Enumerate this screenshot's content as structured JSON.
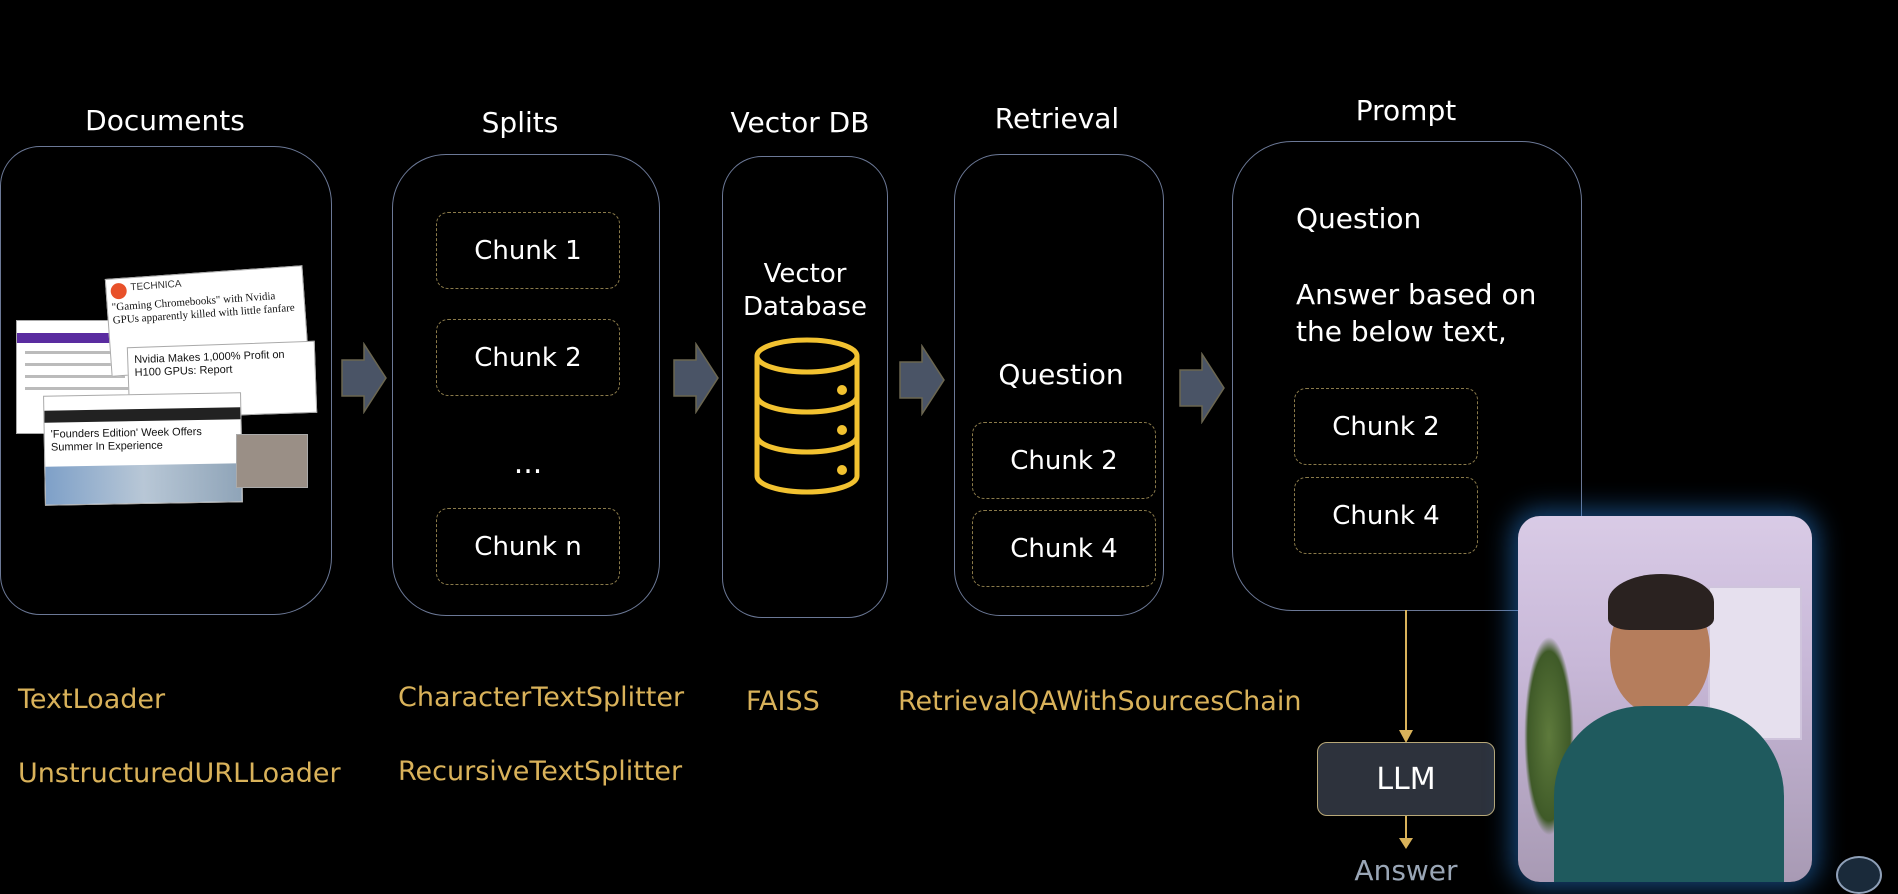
{
  "stages": {
    "documents": "Documents",
    "splits": "Splits",
    "vector_db": "Vector DB",
    "retrieval": "Retrieval",
    "prompt": "Prompt"
  },
  "splits_panel": {
    "chunks": [
      "Chunk 1",
      "Chunk 2",
      "Chunk n"
    ],
    "ellipsis": "..."
  },
  "vector_panel": {
    "label_line1": "Vector",
    "label_line2": "Database"
  },
  "retrieval_panel": {
    "question": "Question",
    "chunks": [
      "Chunk 2",
      "Chunk 4"
    ]
  },
  "prompt_panel": {
    "question": "Question",
    "instruction_line1": "Answer based on",
    "instruction_line2": "the below text,",
    "chunks": [
      "Chunk 2",
      "Chunk 4"
    ]
  },
  "documents_panel": {
    "article1_source": "TECHNICA",
    "article1_headline": "\"Gaming Chromebooks\" with Nvidia GPUs apparently killed with little fanfare",
    "article2_headline": "Nvidia Makes 1,000% Profit on H100 GPUs: Report",
    "article3_headline": "'Founders Edition' Week Offers Summer In Experience"
  },
  "tools": {
    "documents": [
      "TextLoader",
      "UnstructuredURLLoader"
    ],
    "splits": [
      "CharacterTextSplitter",
      "RecursiveTextSplitter"
    ],
    "vector_db": [
      "FAISS"
    ],
    "retrieval": [
      "RetrievalQAWithSourcesChain"
    ]
  },
  "llm_box": "LLM",
  "answer": "Answer",
  "colors": {
    "background": "#000000",
    "panel_border": "#6b7896",
    "tool_text": "#d9b25a",
    "arrow": "#4a5466",
    "database_icon": "#f2c230"
  },
  "icons": [
    "database-icon",
    "arrow-right-icon",
    "arrow-down-icon",
    "webcam-presenter",
    "code-basics-logo"
  ]
}
